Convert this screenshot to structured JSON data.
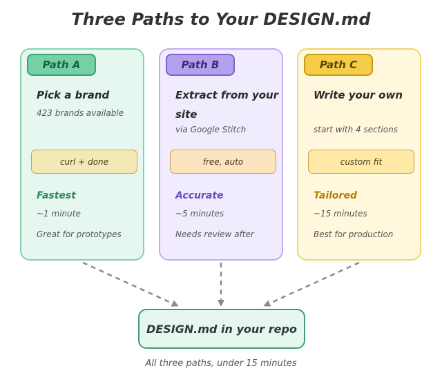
{
  "title": "Three Paths to Your DESIGN.md",
  "paths": [
    {
      "tag": "Path A",
      "heading": "Pick a brand",
      "sub": "423 brands available",
      "action": "curl + done",
      "label": "Fastest",
      "time": "~1 minute",
      "note": "Great for prototypes",
      "accent": "#73d1a5"
    },
    {
      "tag": "Path B",
      "heading": "Extract from your site",
      "sub": "via Google Stitch",
      "action": "free, auto",
      "label": "Accurate",
      "time": "~5 minutes",
      "note": "Needs review after",
      "accent": "#b5a0ee"
    },
    {
      "tag": "Path C",
      "heading": "Write your own",
      "sub": "start with 4 sections",
      "action": "custom fit",
      "label": "Tailored",
      "time": "~15 minutes",
      "note": "Best for production",
      "accent": "#f6cd48"
    }
  ],
  "result": "DESIGN.md in your repo",
  "caption": "All three paths, under 15 minutes"
}
